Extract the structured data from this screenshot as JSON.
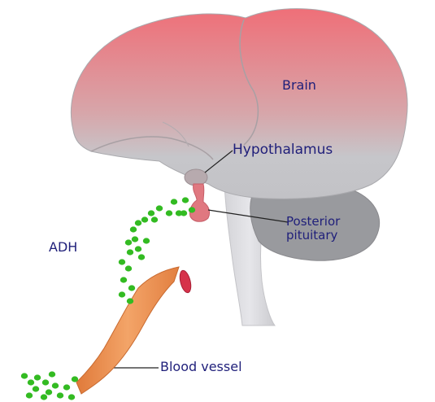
{
  "diagram": {
    "labels": {
      "brain": "Brain",
      "hypothalamus": "Hypothalamus",
      "posterior_pituitary_line1": "Posterior",
      "posterior_pituitary_line2": "pituitary",
      "adh": "ADH",
      "blood_vessel": "Blood vessel"
    },
    "colors": {
      "cerebrum_top": "#e8777e",
      "cerebrum_bottom": "#c8c8cc",
      "cerebellum": "#9a9a9e",
      "brainstem": "#d2d2d6",
      "pituitary": "#e07880",
      "adh_particles": "#33bb22",
      "vessel": "#f09a5a",
      "vessel_opening": "#d6324a",
      "label_text": "#1f1f7a"
    }
  }
}
